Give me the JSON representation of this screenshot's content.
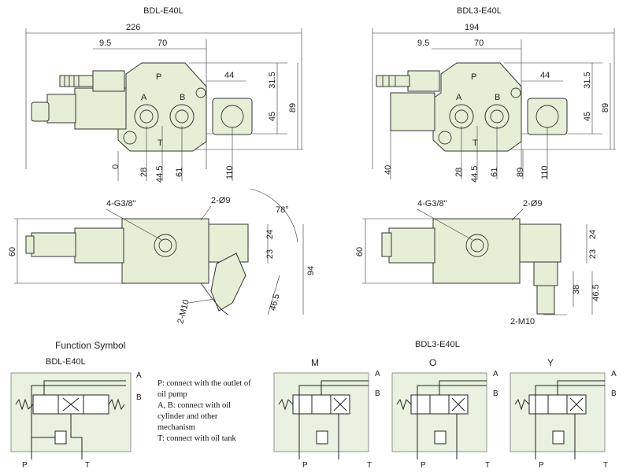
{
  "top_left": {
    "model": "BDL-E40L",
    "dims": {
      "d226": "226",
      "d95": "9.5",
      "d70": "70",
      "d44": "44",
      "d315": "31.5",
      "d89": "89",
      "d45": "45"
    },
    "bottom_dims": [
      "0",
      "28",
      "44.5",
      "61",
      "110"
    ],
    "ports": {
      "p": "P",
      "a": "A",
      "b": "B",
      "t": "T"
    }
  },
  "top_right": {
    "model": "BDL3-E40L",
    "dims": {
      "d194": "194",
      "d95": "9.5",
      "d70": "70",
      "d44": "44",
      "d315": "31.5",
      "d89": "89",
      "d45": "45"
    },
    "bottom_dims": [
      "40",
      "28",
      "44.5",
      "61",
      "89",
      "110"
    ],
    "ports": {
      "p": "P",
      "a": "A",
      "b": "B",
      "t": "T"
    }
  },
  "mid_left": {
    "thread": "4-G3/8\"",
    "holes": "2-Ø9",
    "angle": "78°",
    "d60": "60",
    "d24": "24",
    "d23": "23",
    "d94": "94",
    "d465": "46.5",
    "m10": "2-M10"
  },
  "mid_right": {
    "thread": "4-G3/8\"",
    "holes": "2-Ø9",
    "d60": "60",
    "d24": "24",
    "d23": "23",
    "d38": "38",
    "d465": "46.5",
    "m10": "2-M10"
  },
  "function_symbol": {
    "heading": "Function Symbol",
    "model_left": "BDL-E40L",
    "model_right": "BDL3-E40L",
    "variants": [
      "M",
      "O",
      "Y"
    ],
    "port_p": "P",
    "port_t": "T",
    "port_a": "A",
    "port_b": "B",
    "legend": [
      "P: connect with the outlet of",
      "oil pump",
      "A, B: connect with oil",
      "cylinder and other",
      "mechanism",
      "T: connect with oil tank"
    ]
  }
}
